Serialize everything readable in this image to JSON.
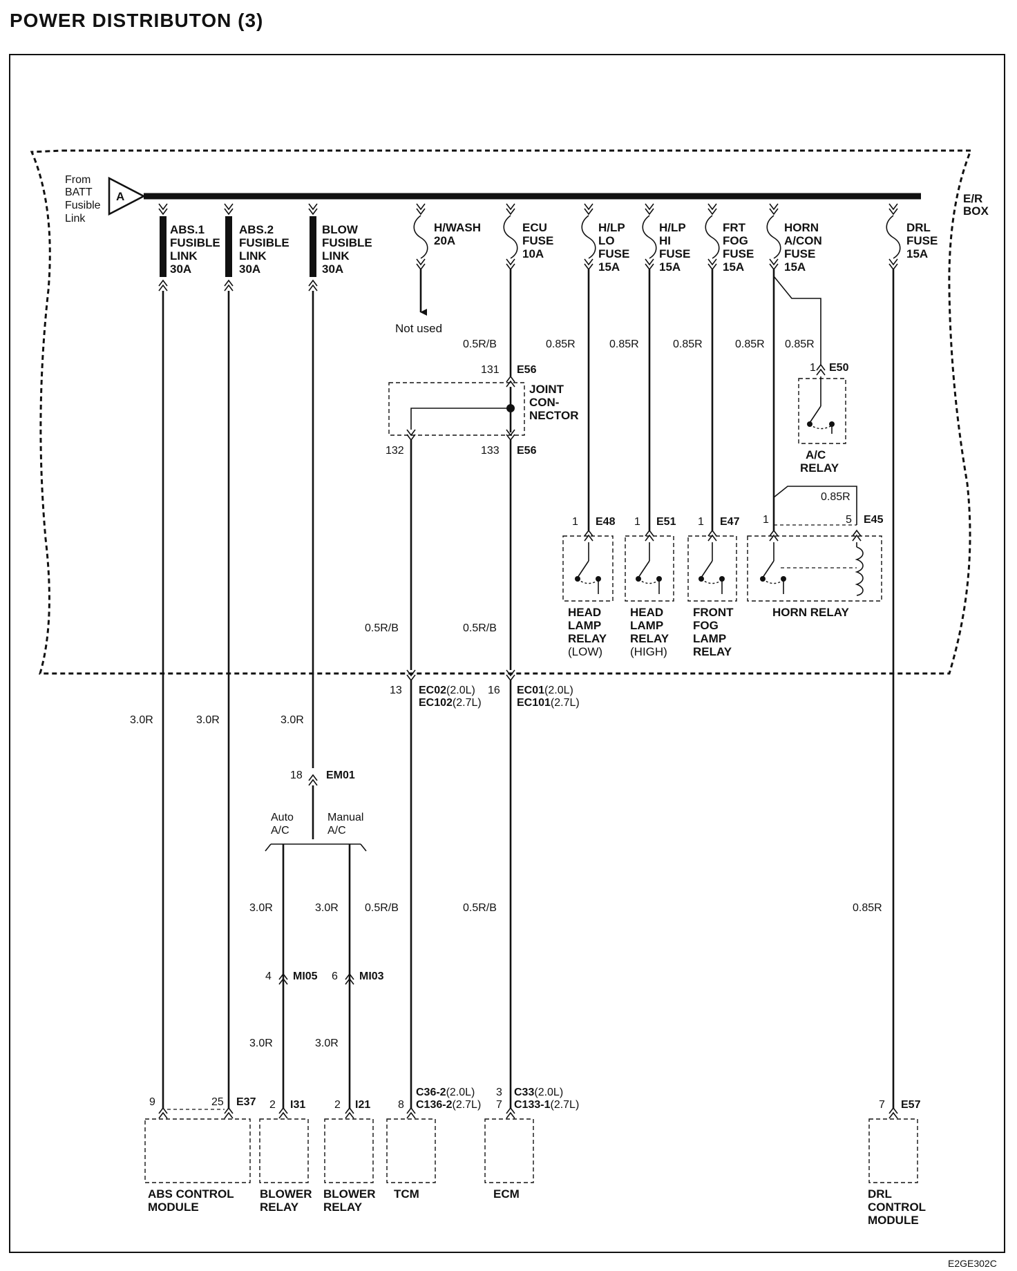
{
  "title": "POWER DISTRIBUTON (3)",
  "figure_code": "E2GE302C",
  "box_label": [
    "E/R",
    "BOX"
  ],
  "source": {
    "lines": [
      "From",
      "BATT",
      "Fusible",
      "Link"
    ],
    "marker": "A"
  },
  "fusible_links": [
    {
      "lines": [
        "ABS.1",
        "FUSIBLE",
        "LINK",
        "30A"
      ]
    },
    {
      "lines": [
        "ABS.2",
        "FUSIBLE",
        "LINK",
        "30A"
      ]
    },
    {
      "lines": [
        "BLOW",
        "FUSIBLE",
        "LINK",
        "30A"
      ]
    }
  ],
  "fuses": [
    {
      "lines": [
        "H/WASH",
        "20A"
      ]
    },
    {
      "lines": [
        "ECU",
        "FUSE",
        "10A"
      ]
    },
    {
      "lines": [
        "H/LP",
        "LO",
        "FUSE",
        "15A"
      ]
    },
    {
      "lines": [
        "H/LP",
        "HI",
        "FUSE",
        "15A"
      ]
    },
    {
      "lines": [
        "FRT",
        "FOG",
        "FUSE",
        "15A"
      ]
    },
    {
      "lines": [
        "HORN",
        "A/CON",
        "FUSE",
        "15A"
      ]
    },
    {
      "lines": [
        "DRL",
        "FUSE",
        "15A"
      ]
    }
  ],
  "not_used": "Not used",
  "wire_labels": {
    "r30": "3.0R",
    "rb05": "0.5R/B",
    "r085": "0.85R"
  },
  "joint_connector": {
    "lines": [
      "JOINT",
      "CON-",
      "NECTOR"
    ],
    "connector": "E56",
    "pin_in": "131",
    "pin_out_a": "132",
    "pin_out_b": "133"
  },
  "relays": [
    {
      "lines": [
        "HEAD",
        "LAMP",
        "RELAY",
        "(LOW)"
      ],
      "pin": "1",
      "connector": "E48"
    },
    {
      "lines": [
        "HEAD",
        "LAMP",
        "RELAY",
        "(HIGH)"
      ],
      "pin": "1",
      "connector": "E51"
    },
    {
      "lines": [
        "FRONT",
        "FOG",
        "LAMP",
        "RELAY"
      ],
      "pin": "1",
      "connector": "E47"
    },
    {
      "lines": [
        "HORN RELAY"
      ],
      "pin": "1",
      "pin2": "5",
      "connector": "E45"
    },
    {
      "lines": [
        "A/C",
        "RELAY"
      ],
      "pin": "1",
      "connector": "E50"
    }
  ],
  "connectors": {
    "ec_left": {
      "pin": "13",
      "lines": [
        [
          "EC02",
          "(2.0L)"
        ],
        [
          "EC102",
          "(2.7L)"
        ]
      ]
    },
    "ec_right": {
      "pin": "16",
      "lines": [
        [
          "EC01",
          "(2.0L)"
        ],
        [
          "EC101",
          "(2.7L)"
        ]
      ]
    },
    "em01": {
      "pin": "18",
      "name": "EM01"
    },
    "mi05": {
      "pin": "4",
      "name": "MI05"
    },
    "mi03": {
      "pin": "6",
      "name": "MI03"
    },
    "auto_ac": [
      "Auto",
      "A/C"
    ],
    "manual_ac": [
      "Manual",
      "A/C"
    ]
  },
  "components": [
    {
      "lines": [
        "ABS CONTROL",
        "MODULE"
      ],
      "pins": [
        "9",
        "25"
      ],
      "connector": "E37"
    },
    {
      "lines": [
        "BLOWER",
        "RELAY"
      ],
      "pins": [
        "2"
      ],
      "connector": "I31"
    },
    {
      "lines": [
        "BLOWER",
        "RELAY"
      ],
      "pins": [
        "2"
      ],
      "connector": "I21"
    },
    {
      "lines": [
        "TCM"
      ],
      "pins": [
        "8"
      ],
      "connector_lines": [
        [
          "C36-2",
          "(2.0L)"
        ],
        [
          "C136-2",
          "(2.7L)"
        ]
      ]
    },
    {
      "lines": [
        "ECM"
      ],
      "pins": [
        "3",
        "7"
      ],
      "connector_lines": [
        [
          "C33",
          "(2.0L)"
        ],
        [
          "C133-1",
          "(2.7L)"
        ]
      ]
    },
    {
      "lines": [
        "DRL",
        "CONTROL",
        "MODULE"
      ],
      "pins": [
        "7"
      ],
      "connector": "E57"
    }
  ]
}
